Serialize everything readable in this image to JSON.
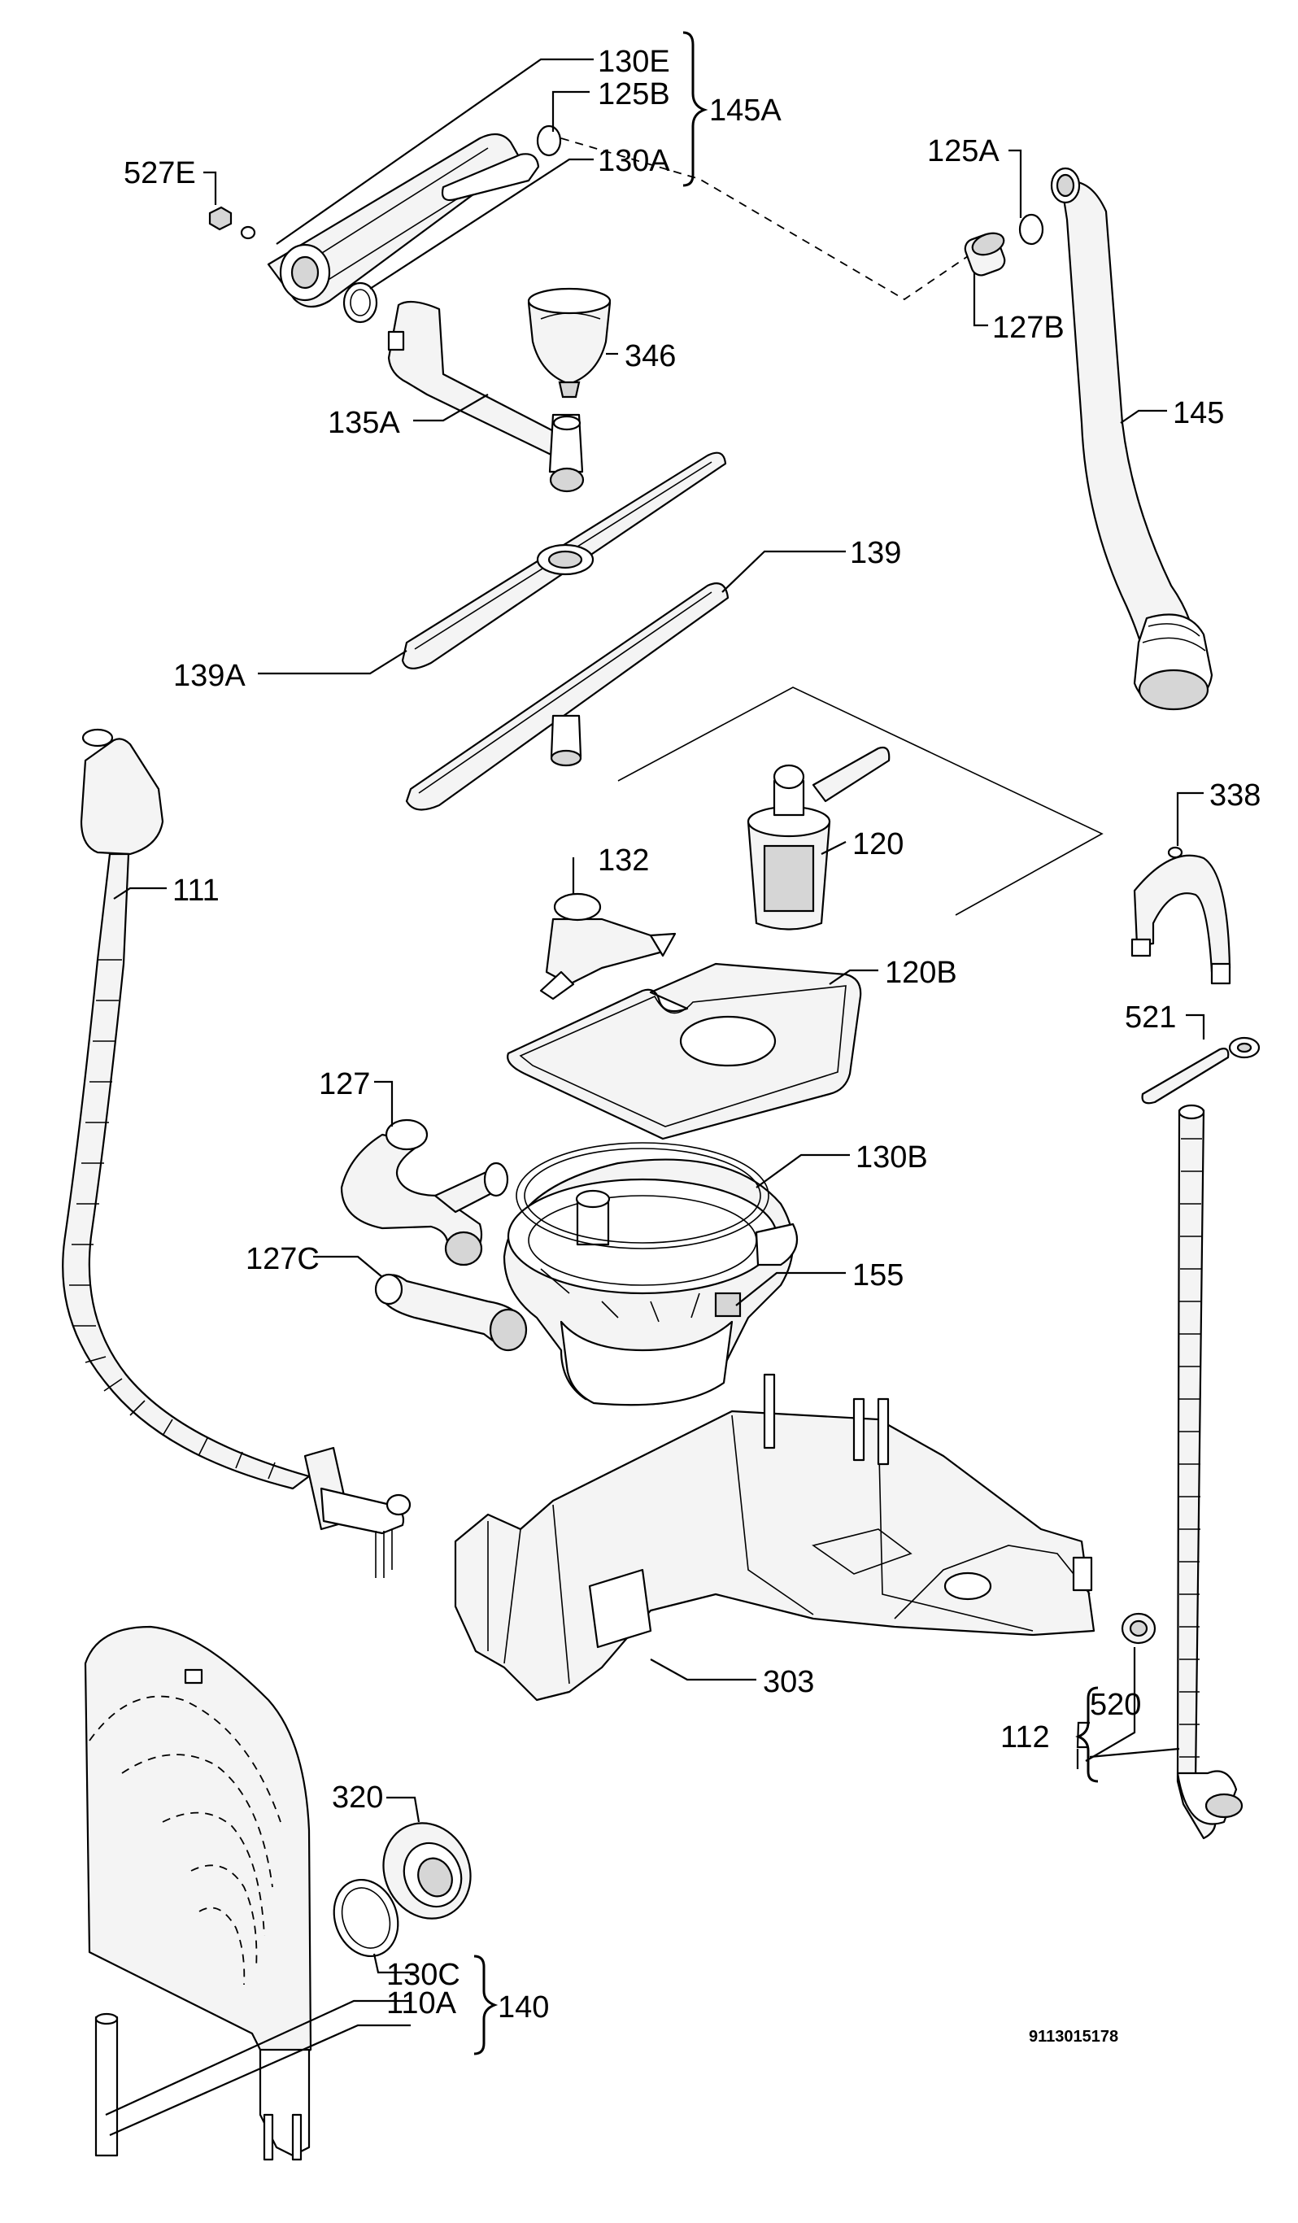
{
  "labels": {
    "p130E": "130E",
    "p125B": "125B",
    "p145A": "145A",
    "p130A": "130A",
    "p527E": "527E",
    "p125A": "125A",
    "p127B": "127B",
    "p346": "346",
    "p135A": "135A",
    "p145": "145",
    "p139": "139",
    "p139A": "139A",
    "p111": "111",
    "p132": "132",
    "p120": "120",
    "p338": "338",
    "p120B": "120B",
    "p521": "521",
    "p127": "127",
    "p130B": "130B",
    "p127C": "127C",
    "p155": "155",
    "p303": "303",
    "p112": "112",
    "p520": "520",
    "p320": "320",
    "p130C": "130C",
    "p140": "140",
    "p110A": "110A"
  },
  "document_number": "9113015178"
}
